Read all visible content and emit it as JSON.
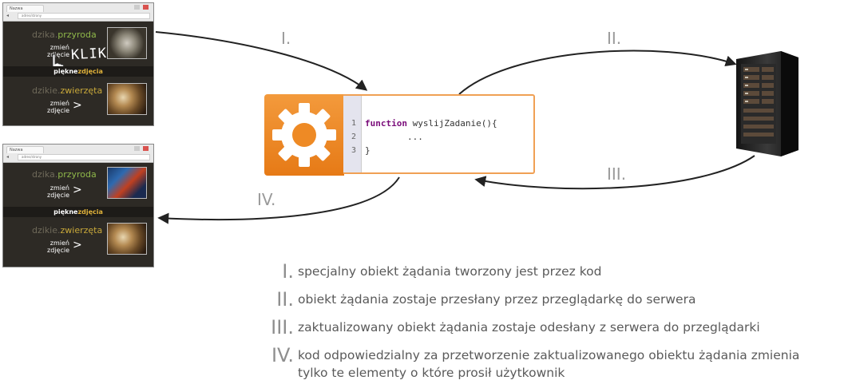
{
  "browser_top": {
    "tab_label": "Nazwa",
    "address": "adres/strony",
    "section1_prefix": "dzika.",
    "section1_suffix": "przyroda",
    "change_line1": "zmień",
    "change_line2": "zdjęcie",
    "click_text": "KLIK",
    "band_prefix": "piękne",
    "band_suffix": "zdjęcia",
    "section2_prefix": "dzikie.",
    "section2_suffix": "zwierzęta",
    "chevron": ">"
  },
  "browser_bottom": {
    "tab_label": "Nazwa",
    "address": "adres/strony",
    "section1_prefix": "dzika.",
    "section1_suffix": "przyroda",
    "change_line1": "zmień",
    "change_line2": "zdjęcie",
    "band_prefix": "piękne",
    "band_suffix": "zdjęcia",
    "section2_prefix": "dzikie.",
    "section2_suffix": "zwierzęta",
    "chevron": ">"
  },
  "code": {
    "lines": [
      {
        "no": "1",
        "keyword": "function",
        "rest": " wyslijZadanie(){"
      },
      {
        "no": "2",
        "keyword": "",
        "rest": "        ..."
      },
      {
        "no": "3",
        "keyword": "",
        "rest": "}"
      }
    ]
  },
  "arrows": {
    "step1": "I.",
    "step2": "II.",
    "step3": "III.",
    "step4": "IV."
  },
  "legend": [
    {
      "num": "I.",
      "text": "specjalny obiekt żądania tworzony jest przez kod"
    },
    {
      "num": "II.",
      "text": "obiekt żądania zostaje przesłany przez przeglądarkę do serwera"
    },
    {
      "num": "III.",
      "text": "zaktualizowany obiekt żądania zostaje odesłany z serwera do przeglądarki"
    },
    {
      "num": "IV.",
      "text": "kod odpowiedzialny za przetworzenie zaktualizowanego obiektu żądania zmienia",
      "text2": "tylko te elementy o które prosił użytkownik"
    }
  ],
  "colors": {
    "accent_orange": "#e67a16",
    "site_background": "#2d2a25",
    "green_highlight": "#8fb84a",
    "gold_highlight": "#e0b23a"
  }
}
